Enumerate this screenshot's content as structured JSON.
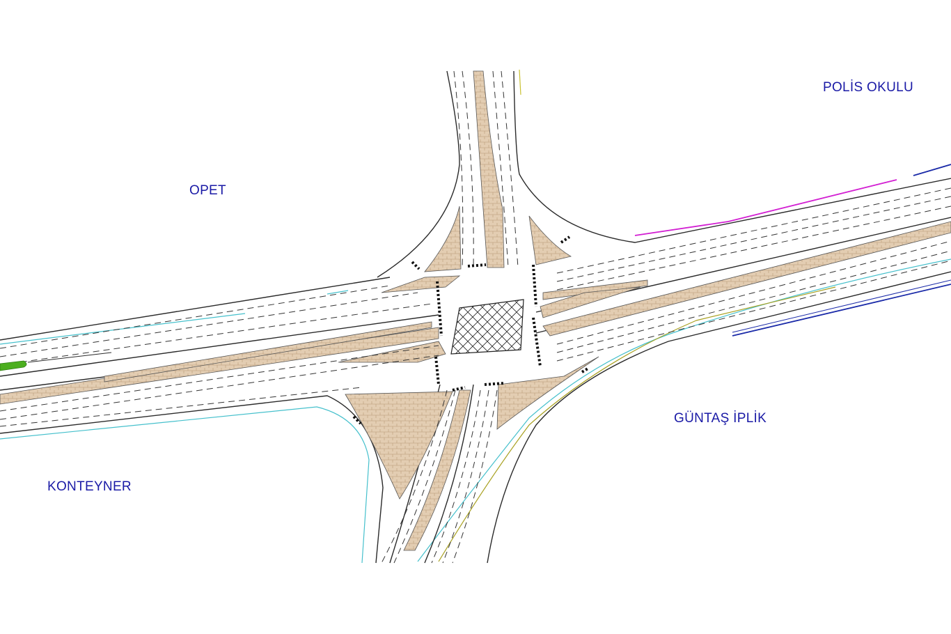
{
  "labels": {
    "opet": "OPET",
    "polis_okulu": "POLİS OKULU",
    "guntas_iplik": "GÜNTAŞ İPLİK",
    "konteyner": "KONTEYNER"
  },
  "colors": {
    "background": "#ffffff",
    "label_text": "#1a1aa6",
    "road_edge": "#2a2a2a",
    "lane_dash": "#333333",
    "median_fill": "#d8bfa0",
    "cyan_boundary": "#45c0cc",
    "magenta_boundary": "#d21fd2",
    "navy_boundary": "#1a2aa8",
    "olive_boundary": "#a8a020",
    "green_island": "#4caf1f",
    "crosswalk": "#111111"
  }
}
